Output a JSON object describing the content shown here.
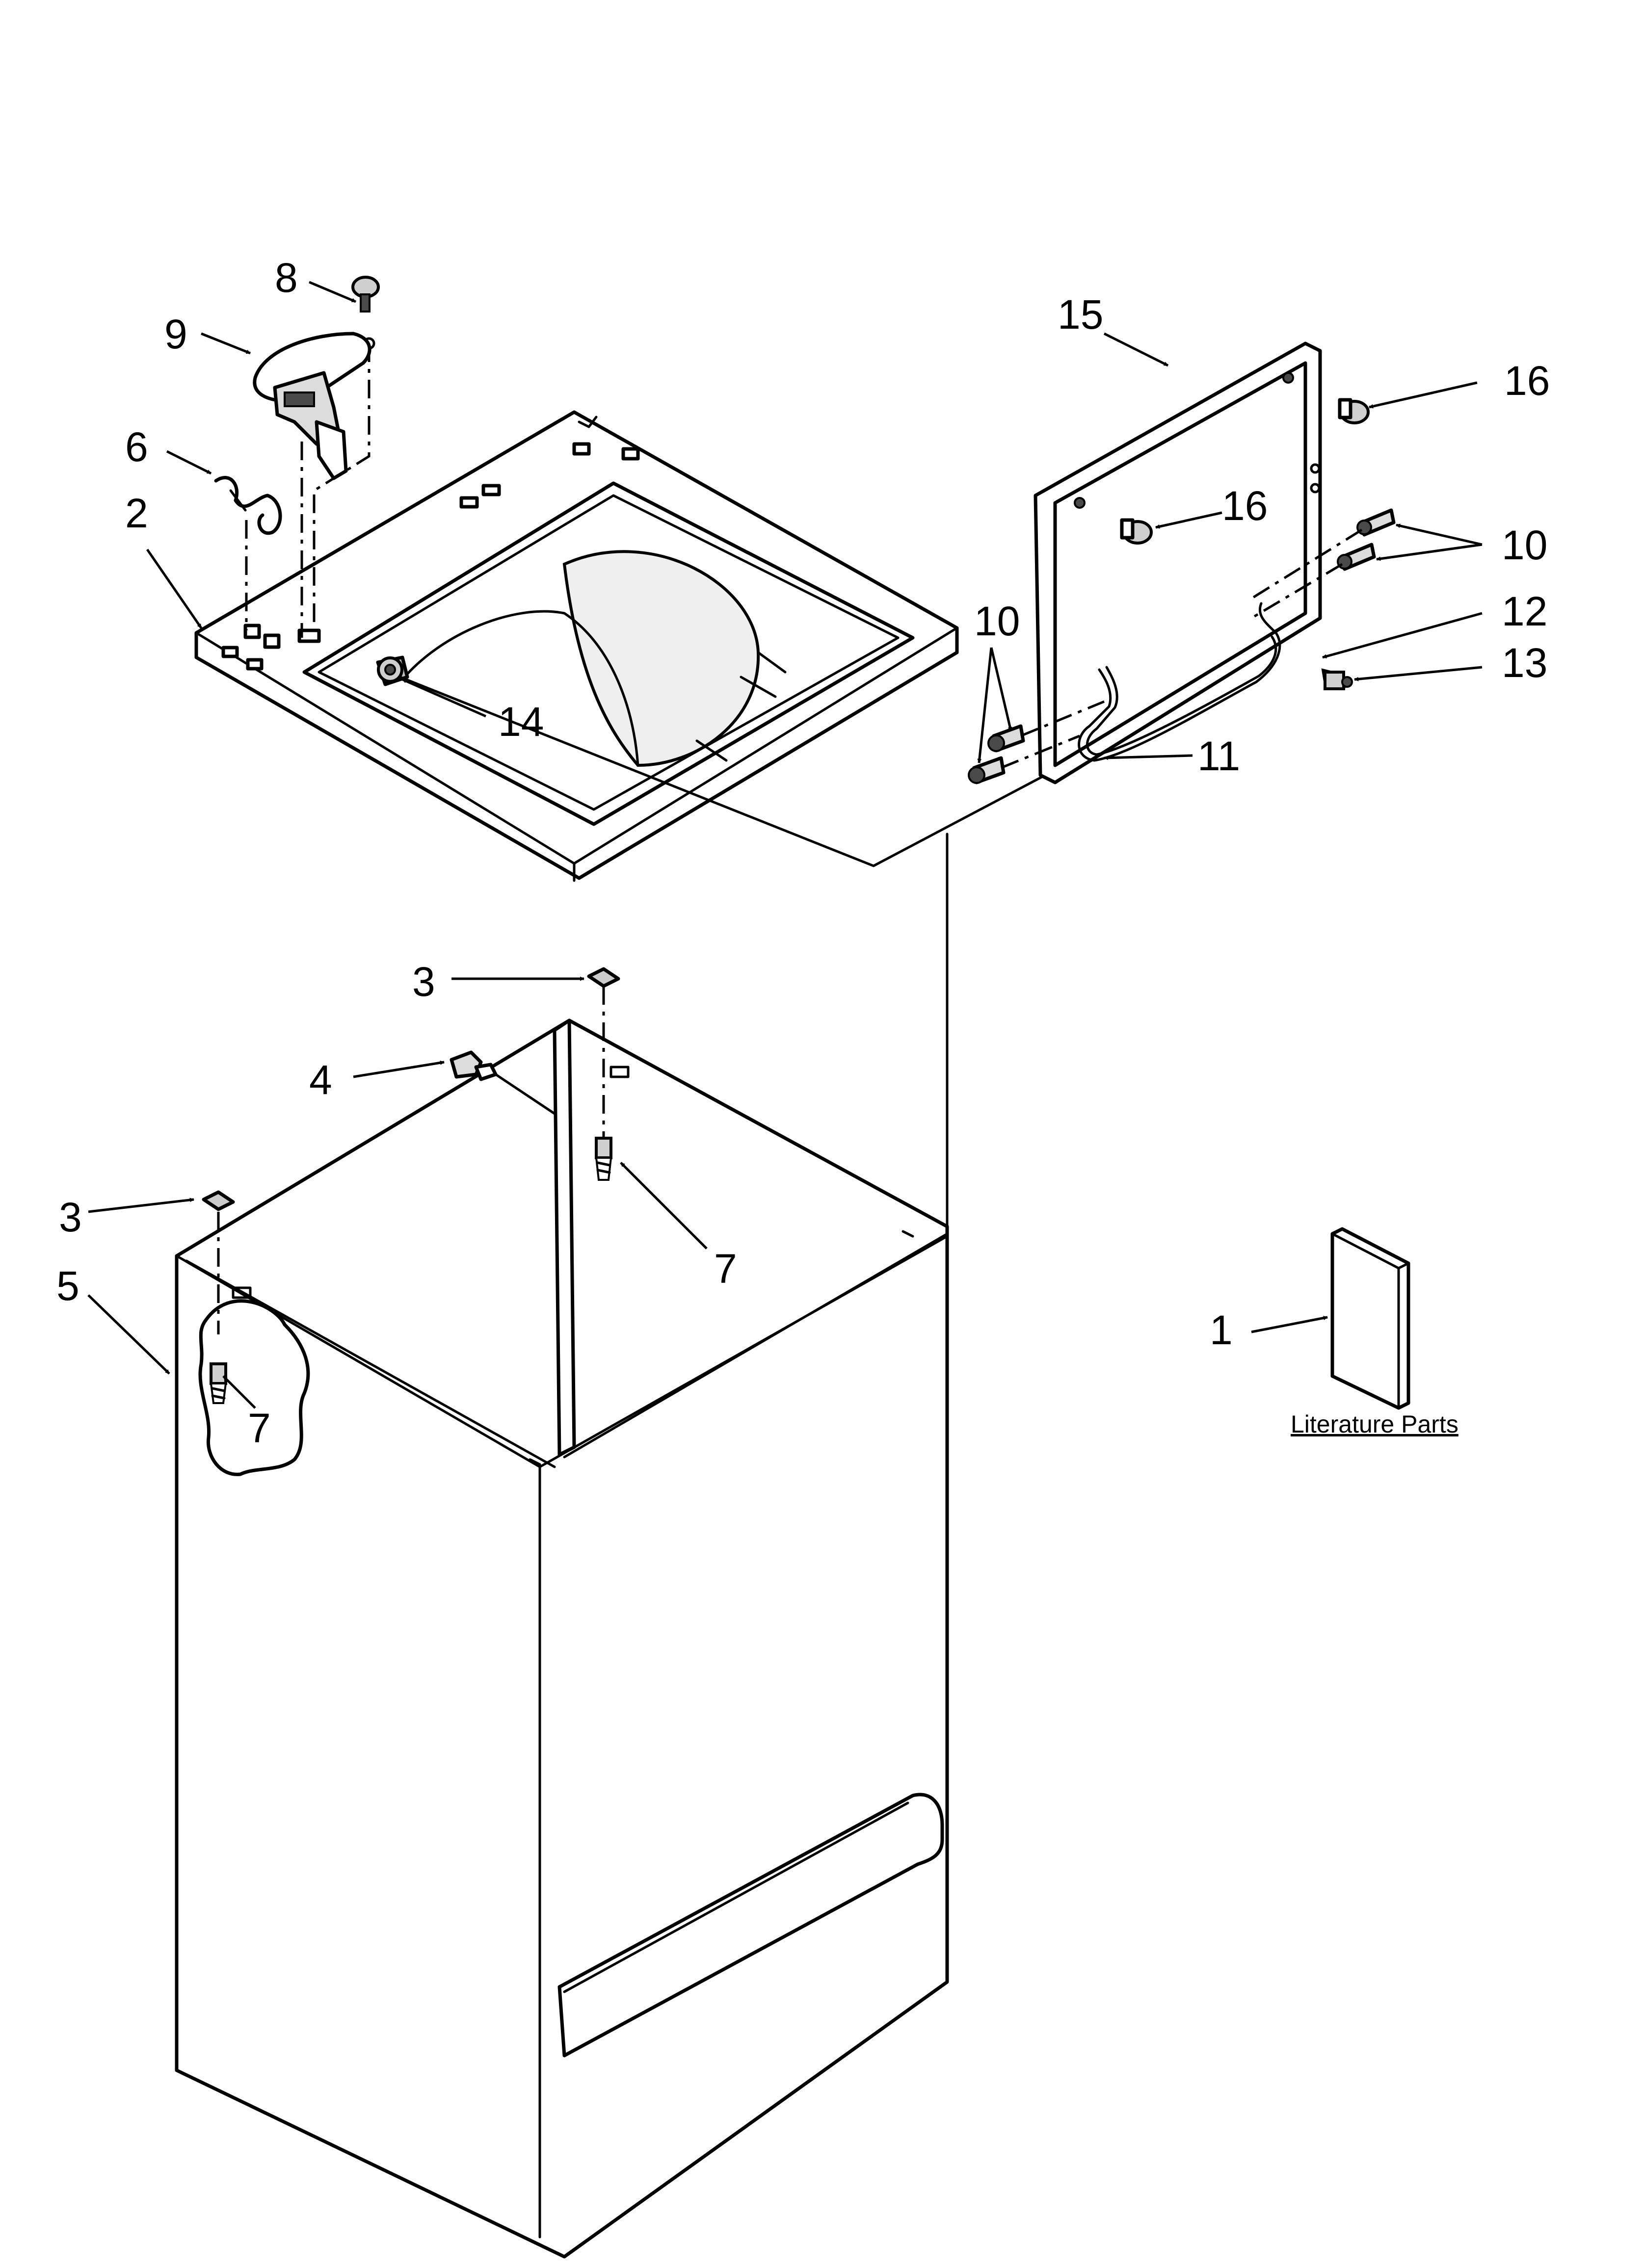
{
  "callouts": [
    {
      "id": "c8",
      "text": "8"
    },
    {
      "id": "c9",
      "text": "9"
    },
    {
      "id": "c6",
      "text": "6"
    },
    {
      "id": "c2",
      "text": "2"
    },
    {
      "id": "c14",
      "text": "14"
    },
    {
      "id": "c15",
      "text": "15"
    },
    {
      "id": "c16a",
      "text": "16"
    },
    {
      "id": "c16b",
      "text": "16"
    },
    {
      "id": "c10a",
      "text": "10"
    },
    {
      "id": "c10b",
      "text": "10"
    },
    {
      "id": "c12",
      "text": "12"
    },
    {
      "id": "c13",
      "text": "13"
    },
    {
      "id": "c11",
      "text": "11"
    },
    {
      "id": "c3a",
      "text": "3"
    },
    {
      "id": "c4",
      "text": "4"
    },
    {
      "id": "c7a",
      "text": "7"
    },
    {
      "id": "c3b",
      "text": "3"
    },
    {
      "id": "c5",
      "text": "5"
    },
    {
      "id": "c7b",
      "text": "7"
    },
    {
      "id": "c1",
      "text": "1"
    }
  ],
  "literature_label": "Literature Parts"
}
